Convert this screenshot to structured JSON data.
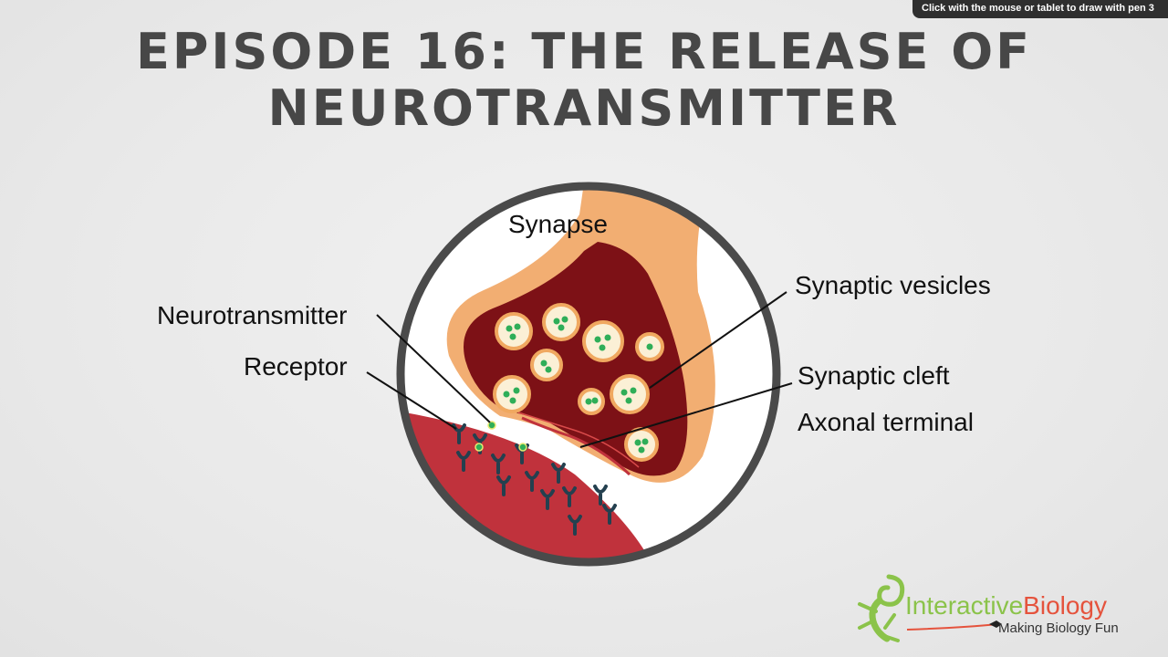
{
  "toolbar": {
    "hint": "Click with the mouse or tablet to draw with pen 3"
  },
  "slide": {
    "title_line1": "EPISODE 16: THE RELEASE OF",
    "title_line2": "NEUROTRANSMITTER"
  },
  "diagram": {
    "labels": {
      "synapse": "Synapse",
      "neurotransmitter": "Neurotransmitter",
      "receptor": "Receptor",
      "synaptic_vesicles": "Synaptic vesicles",
      "synaptic_cleft": "Synaptic cleft",
      "axonal_terminal": "Axonal terminal"
    },
    "colors": {
      "axon_outer": "#f2ae72",
      "axon_inner": "#7d1116",
      "postsynaptic": "#c0323c",
      "vesicle_fill": "#fbf0d6",
      "vesicle_ring": "#f0a860",
      "neurotransmitter": "#2fae58",
      "receptor": "#24404f",
      "circle_border": "#4a4a4a"
    }
  },
  "logo": {
    "word1": "Interactive",
    "word2": "Biology",
    "tagline": "Making Biology Fun"
  }
}
